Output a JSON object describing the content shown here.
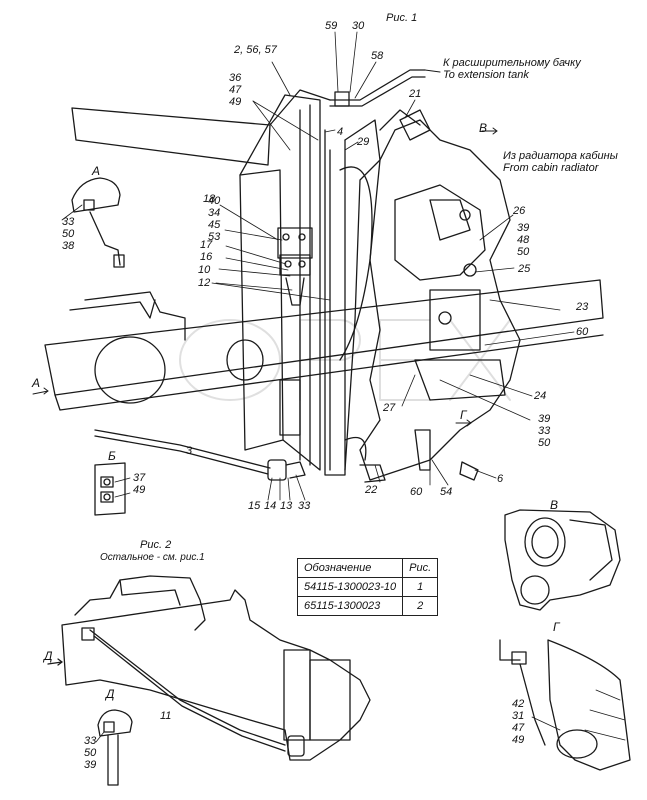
{
  "figure1": {
    "title": "Рис. 1",
    "tank_ru": "К расширительному бачку",
    "tank_en": "To extension tank",
    "radiator_ru": "Из радиатора кабины",
    "radiator_en": "From cabin radiator",
    "view_a": "А",
    "view_b": "Б",
    "view_v": "В",
    "view_g": "Г",
    "arrow_a": "А",
    "arrow_v": "В",
    "arrow_g": "Г"
  },
  "figure2": {
    "title": "Рис. 2",
    "subtitle": "Остальное - см. рис.1",
    "view_d": "Д",
    "arrow_d": "Д"
  },
  "callouts": {
    "c_2_56_57": "2, 56, 57",
    "c59": "59",
    "c30": "30",
    "c58": "58",
    "c21": "21",
    "c4": "4",
    "c29": "29",
    "c18": "18",
    "c26": "26",
    "c25": "25",
    "c23": "23",
    "c60a": "60",
    "c24": "24",
    "c27": "27",
    "c3": "3",
    "c22": "22",
    "c60b": "60",
    "c54": "54",
    "c6": "6",
    "c15": "15",
    "c14": "14",
    "c13": "13",
    "c33": "33",
    "c11": "11",
    "c12": "12",
    "c10": "10"
  },
  "stacks": {
    "s36": [
      "36",
      "47",
      "49"
    ],
    "s40": [
      "40",
      "34",
      "45",
      "53"
    ],
    "s17": [
      "17",
      "16"
    ],
    "sA": [
      "33",
      "50",
      "38"
    ],
    "s39top": [
      "39",
      "48",
      "50"
    ],
    "s39bot": [
      "39",
      "33",
      "50"
    ],
    "sB": [
      "37",
      "49"
    ],
    "sD": [
      "33",
      "50",
      "39"
    ],
    "sG": [
      "42",
      "31",
      "47",
      "49"
    ]
  },
  "table": {
    "header_designation": "Обозначение",
    "header_fig": "Рис.",
    "rows": [
      {
        "designation": "54115-1300023-10",
        "fig": "1"
      },
      {
        "designation": "65115-1300023",
        "fig": "2"
      }
    ]
  },
  "watermark": "OPEX"
}
